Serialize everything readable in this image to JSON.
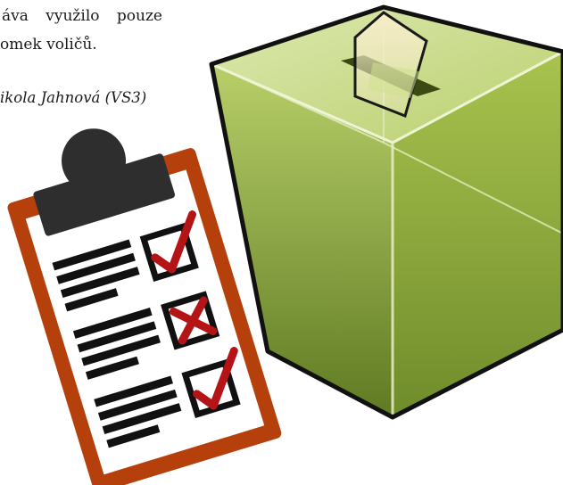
{
  "text": {
    "line1": "áva využilo pouze",
    "line2": "omek voličů.",
    "author": "ikola Jahnová (VS3)"
  },
  "icons": {
    "ballot_box": "ballot-box-icon",
    "clipboard": "clipboard-checklist-icon"
  },
  "colors": {
    "box_green": "#8fae3c",
    "clipboard_brown": "#b5400c",
    "clip_dark": "#2e2e2e",
    "check_red": "#b51416"
  }
}
